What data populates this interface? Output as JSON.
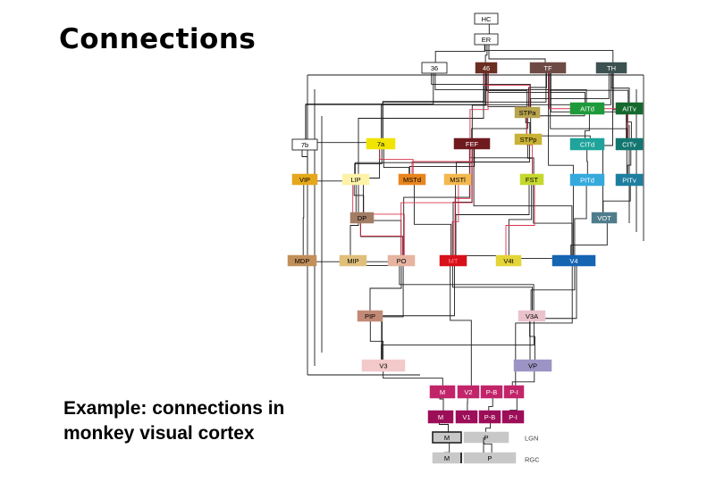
{
  "slide": {
    "title": "Connections",
    "caption_line1": "Example: connections in",
    "caption_line2": "monkey visual cortex"
  },
  "diagram": {
    "nodes": [
      {
        "id": "HC",
        "label": "HC",
        "fill": "#ffffff",
        "text": "#000000"
      },
      {
        "id": "ER",
        "label": "ER",
        "fill": "#ffffff",
        "text": "#000000"
      },
      {
        "id": "36",
        "label": "36",
        "fill": "#ffffff",
        "text": "#000000"
      },
      {
        "id": "46",
        "label": "46",
        "fill": "#6b2e22",
        "text": "#ffffff"
      },
      {
        "id": "TF",
        "label": "TF",
        "fill": "#6e4a44",
        "text": "#ffffff"
      },
      {
        "id": "TH",
        "label": "TH",
        "fill": "#3c5150",
        "text": "#ffffff"
      },
      {
        "id": "STPa",
        "label": "STPa",
        "fill": "#b7a44e",
        "text": "#000000"
      },
      {
        "id": "AITd",
        "label": "AITd",
        "fill": "#1f9a3b",
        "text": "#ffffff"
      },
      {
        "id": "AITv",
        "label": "AITv",
        "fill": "#16692e",
        "text": "#ffffff"
      },
      {
        "id": "7b",
        "label": "7b",
        "fill": "#ffffff",
        "text": "#000000"
      },
      {
        "id": "7a",
        "label": "7a",
        "fill": "#f1e400",
        "text": "#000000"
      },
      {
        "id": "FEF",
        "label": "FEF",
        "fill": "#6e1a1e",
        "text": "#ffffff"
      },
      {
        "id": "STPp",
        "label": "STPp",
        "fill": "#c9b235",
        "text": "#000000"
      },
      {
        "id": "CITd",
        "label": "CITd",
        "fill": "#1fa39a",
        "text": "#ffffff"
      },
      {
        "id": "CITv",
        "label": "CITv",
        "fill": "#137671",
        "text": "#ffffff"
      },
      {
        "id": "VIP",
        "label": "VIP",
        "fill": "#e5a71c",
        "text": "#000000"
      },
      {
        "id": "LIP",
        "label": "LIP",
        "fill": "#fdf2a8",
        "text": "#000000"
      },
      {
        "id": "MSTd",
        "label": "MSTd",
        "fill": "#e8861e",
        "text": "#000000"
      },
      {
        "id": "MSTl",
        "label": "MSTl",
        "fill": "#f3b84e",
        "text": "#000000"
      },
      {
        "id": "FST",
        "label": "FST",
        "fill": "#c5d82e",
        "text": "#000000"
      },
      {
        "id": "PITd",
        "label": "PITd",
        "fill": "#36a9dc",
        "text": "#ffffff"
      },
      {
        "id": "PITv",
        "label": "PITv",
        "fill": "#1f7ea0",
        "text": "#ffffff"
      },
      {
        "id": "DP",
        "label": "DP",
        "fill": "#a27d65",
        "text": "#000000"
      },
      {
        "id": "VOT",
        "label": "VOT",
        "fill": "#4f7d8c",
        "text": "#ffffff"
      },
      {
        "id": "MDP",
        "label": "MDP",
        "fill": "#c28f5a",
        "text": "#000000"
      },
      {
        "id": "MIP",
        "label": "MIP",
        "fill": "#e0bf7b",
        "text": "#000000"
      },
      {
        "id": "PO",
        "label": "PO",
        "fill": "#e6b4a0",
        "text": "#000000"
      },
      {
        "id": "MT",
        "label": "MT",
        "fill": "#d8101c",
        "text": "#ff8080"
      },
      {
        "id": "V4t",
        "label": "V4t",
        "fill": "#e4d438",
        "text": "#000000"
      },
      {
        "id": "V4",
        "label": "V4",
        "fill": "#1465b2",
        "text": "#ffffff"
      },
      {
        "id": "PIP",
        "label": "PIP",
        "fill": "#c28a76",
        "text": "#000000"
      },
      {
        "id": "V3A",
        "label": "V3A",
        "fill": "#eac2cc",
        "text": "#000000"
      },
      {
        "id": "V3",
        "label": "V3",
        "fill": "#f3c9c9",
        "text": "#000000"
      },
      {
        "id": "VP",
        "label": "VP",
        "fill": "#9c94c4",
        "text": "#000000"
      },
      {
        "id": "V2M",
        "label": "M",
        "fill": "#c2246a",
        "text": "#ffffff"
      },
      {
        "id": "V2",
        "label": "V2",
        "fill": "#c2246a",
        "text": "#ffffff"
      },
      {
        "id": "V2PB",
        "label": "P-B",
        "fill": "#c2246a",
        "text": "#ffffff"
      },
      {
        "id": "V2PI",
        "label": "P-I",
        "fill": "#c2246a",
        "text": "#ffffff"
      },
      {
        "id": "V1M",
        "label": "M",
        "fill": "#9c0e58",
        "text": "#ffffff"
      },
      {
        "id": "V1",
        "label": "V1",
        "fill": "#9c0e58",
        "text": "#ffffff"
      },
      {
        "id": "V1PB",
        "label": "P-B",
        "fill": "#9c0e58",
        "text": "#ffffff"
      },
      {
        "id": "V1PI",
        "label": "P-I",
        "fill": "#9c0e58",
        "text": "#ffffff"
      },
      {
        "id": "LGNM",
        "label": "M",
        "fill": "#c8c8c8",
        "text": "#000000"
      },
      {
        "id": "LGNP",
        "label": "P",
        "fill": "#c8c8c8",
        "text": "#000000"
      },
      {
        "id": "RGCM",
        "label": "M",
        "fill": "#c8c8c8",
        "text": "#000000"
      },
      {
        "id": "RGCP",
        "label": "P",
        "fill": "#c8c8c8",
        "text": "#000000"
      }
    ],
    "side_labels": [
      {
        "id": "LGN",
        "label": "LGN"
      },
      {
        "id": "RGC",
        "label": "RGC"
      }
    ],
    "connections": [
      [
        "HC",
        "ER"
      ],
      [
        "ER",
        "36"
      ],
      [
        "ER",
        "46"
      ],
      [
        "ER",
        "TF"
      ],
      [
        "ER",
        "TH"
      ],
      [
        "46",
        "STPa"
      ],
      [
        "46",
        "AITd"
      ],
      [
        "46",
        "7a"
      ],
      [
        "46",
        "FEF"
      ],
      [
        "46",
        "STPp"
      ],
      [
        "46",
        "LIP"
      ],
      [
        "46",
        "7b"
      ],
      [
        "TF",
        "AITv"
      ],
      [
        "TF",
        "CITv"
      ],
      [
        "TF",
        "STPa"
      ],
      [
        "TF",
        "V4"
      ],
      [
        "TF",
        "PITv"
      ],
      [
        "TF",
        "7a"
      ],
      [
        "TH",
        "AITv"
      ],
      [
        "TH",
        "CITv"
      ],
      [
        "TH",
        "STPp"
      ],
      [
        "TH",
        "7a"
      ],
      [
        "TH",
        "VOT"
      ],
      [
        "36",
        "STPa"
      ],
      [
        "36",
        "7b"
      ],
      [
        "36",
        "AITd"
      ],
      [
        "STPa",
        "AITd"
      ],
      [
        "STPa",
        "STPp"
      ],
      [
        "STPa",
        "FEF"
      ],
      [
        "AITd",
        "CITd"
      ],
      [
        "AITv",
        "CITv"
      ],
      [
        "CITd",
        "PITd"
      ],
      [
        "CITv",
        "PITv"
      ],
      [
        "7b",
        "VIP"
      ],
      [
        "7b",
        "7a"
      ],
      [
        "7a",
        "LIP"
      ],
      [
        "7a",
        "MSTd"
      ],
      [
        "7a",
        "DP"
      ],
      [
        "FEF",
        "LIP"
      ],
      [
        "FEF",
        "MSTd"
      ],
      [
        "FEF",
        "FST"
      ],
      [
        "FEF",
        "MT"
      ],
      [
        "FEF",
        "V4"
      ],
      [
        "FEF",
        "PO"
      ],
      [
        "STPp",
        "FST"
      ],
      [
        "STPp",
        "MSTl"
      ],
      [
        "STPp",
        "CITd"
      ],
      [
        "VIP",
        "MDP"
      ],
      [
        "VIP",
        "LIP"
      ],
      [
        "LIP",
        "MIP"
      ],
      [
        "LIP",
        "DP"
      ],
      [
        "LIP",
        "PO"
      ],
      [
        "MSTd",
        "MT"
      ],
      [
        "MSTl",
        "MT"
      ],
      [
        "FST",
        "V4t"
      ],
      [
        "FST",
        "V4"
      ],
      [
        "FST",
        "MT"
      ],
      [
        "PITd",
        "V4"
      ],
      [
        "PITv",
        "VOT"
      ],
      [
        "VOT",
        "V4"
      ],
      [
        "DP",
        "PO"
      ],
      [
        "MDP",
        "PO"
      ],
      [
        "MIP",
        "PO"
      ],
      [
        "PO",
        "V3A"
      ],
      [
        "PO",
        "PIP"
      ],
      [
        "PO",
        "V3"
      ],
      [
        "MT",
        "V4t"
      ],
      [
        "MT",
        "V3A"
      ],
      [
        "MT",
        "V3"
      ],
      [
        "MT",
        "V2"
      ],
      [
        "V4t",
        "V4"
      ],
      [
        "V4",
        "V3A"
      ],
      [
        "V4",
        "VP"
      ],
      [
        "V4",
        "V2PI"
      ],
      [
        "PIP",
        "V3"
      ],
      [
        "V3A",
        "V3"
      ],
      [
        "V3A",
        "VP"
      ],
      [
        "V3",
        "V2M"
      ],
      [
        "VP",
        "V2PI"
      ],
      [
        "V2M",
        "V1M"
      ],
      [
        "V2",
        "V1"
      ],
      [
        "V2PB",
        "V1PB"
      ],
      [
        "V2PI",
        "V1PI"
      ],
      [
        "V1M",
        "LGNM"
      ],
      [
        "V1PB",
        "LGNP"
      ],
      [
        "LGNM",
        "RGCM"
      ],
      [
        "LGNP",
        "RGCP"
      ]
    ],
    "highlight_connections": [
      [
        "FEF",
        "MT"
      ],
      [
        "FEF",
        "MSTd"
      ],
      [
        "46",
        "FEF"
      ],
      [
        "46",
        "STPa"
      ],
      [
        "STPa",
        "FST"
      ],
      [
        "TF",
        "CITv"
      ],
      [
        "LIP",
        "PO"
      ],
      [
        "7a",
        "MSTd"
      ],
      [
        "MSTl",
        "MT"
      ],
      [
        "FST",
        "V4t"
      ],
      [
        "DP",
        "PO"
      ],
      [
        "FEF",
        "PO"
      ]
    ]
  }
}
